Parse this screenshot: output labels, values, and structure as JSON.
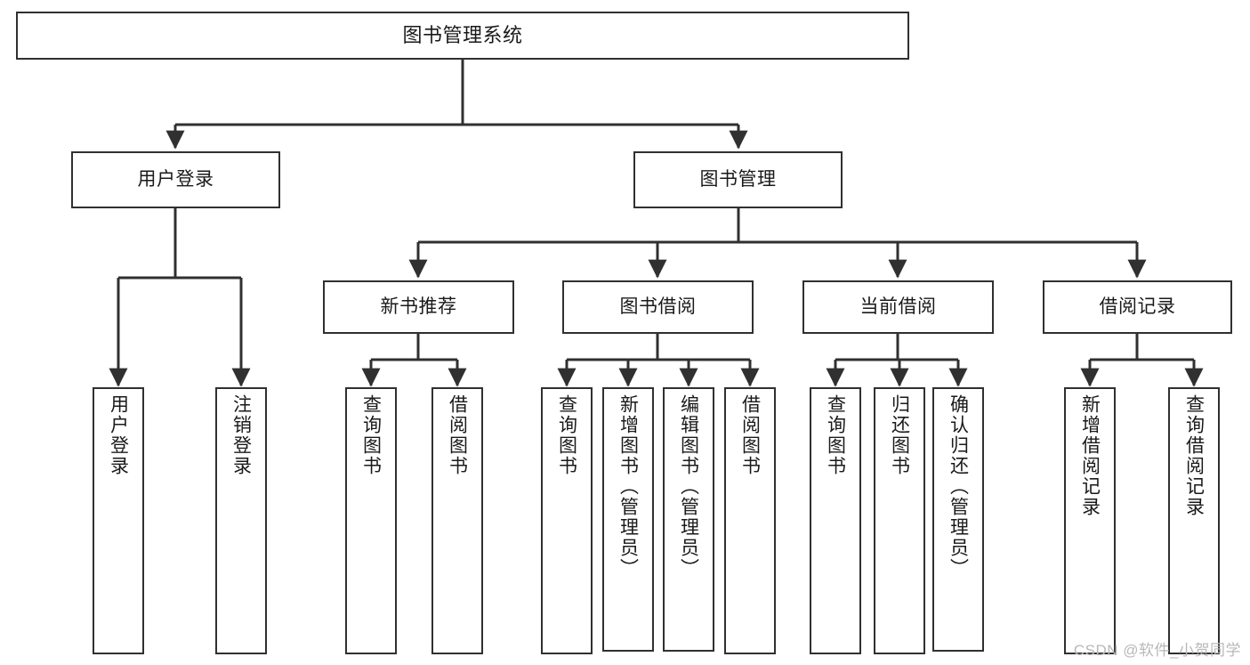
{
  "diagram": {
    "type": "tree",
    "title": "图书管理系统",
    "watermark": "CSDN @软件_小贺同学",
    "colors": {
      "box_border": "#303030",
      "box_fill": "#ffffff",
      "connector": "#303030",
      "text": "#1a1a1a",
      "watermark": "#b8b8b8",
      "background": "#ffffff"
    },
    "nodes": {
      "root": {
        "label": "图书管理系统"
      },
      "level2": [
        {
          "label": "用户登录"
        },
        {
          "label": "图书管理"
        }
      ],
      "level3": [
        {
          "label": "新书推荐"
        },
        {
          "label": "图书借阅"
        },
        {
          "label": "当前借阅"
        },
        {
          "label": "借阅记录"
        }
      ],
      "leaves_user_login": [
        {
          "label": "用户登录"
        },
        {
          "label": "注销登录"
        }
      ],
      "leaves_new_books": [
        {
          "label": "查询图书"
        },
        {
          "label": "借阅图书"
        }
      ],
      "leaves_borrow": [
        {
          "label": "查询图书"
        },
        {
          "label": "新增图书（管理员）"
        },
        {
          "label": "编辑图书（管理员）"
        },
        {
          "label": "借阅图书"
        }
      ],
      "leaves_current": [
        {
          "label": "查询图书"
        },
        {
          "label": "归还图书"
        },
        {
          "label": "确认归还（管理员）"
        }
      ],
      "leaves_records": [
        {
          "label": "新增借阅记录"
        },
        {
          "label": "查询借阅记录"
        }
      ]
    }
  }
}
